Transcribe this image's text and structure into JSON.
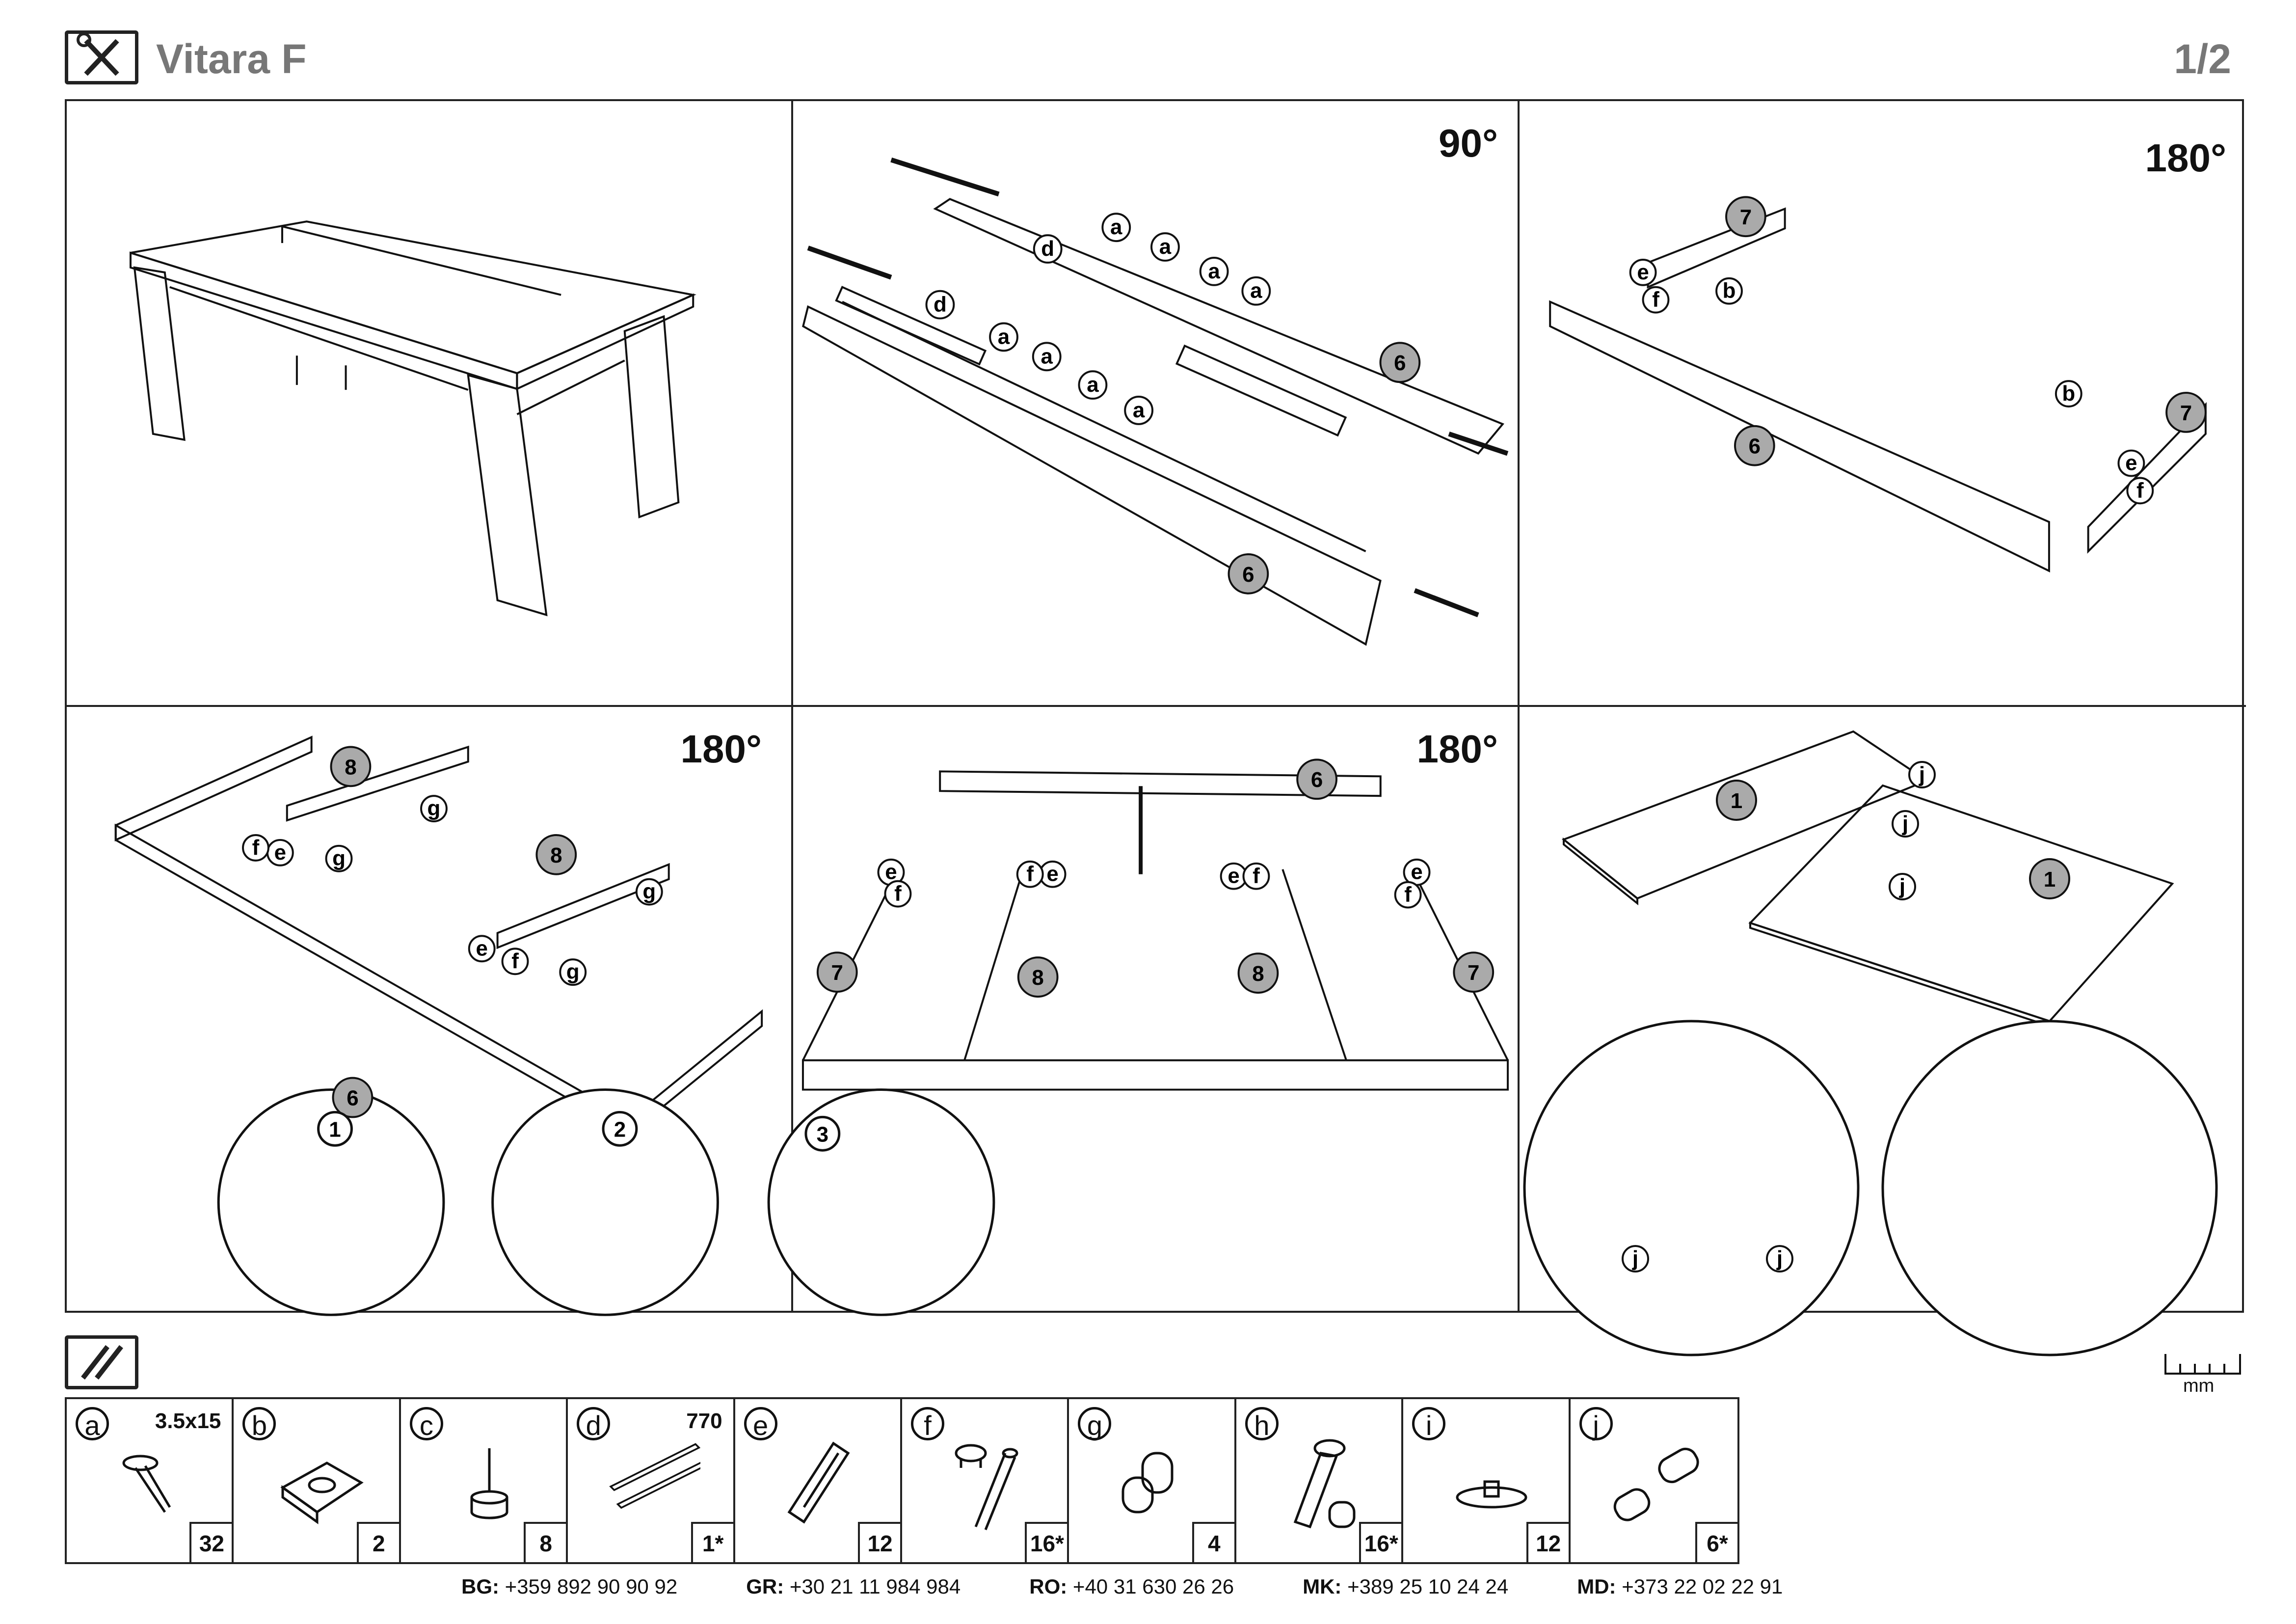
{
  "header": {
    "title": "Vitara F",
    "page": "1/2"
  },
  "steps": [
    {
      "id": "overview",
      "rotation": ""
    },
    {
      "id": "step-1",
      "rotation": "90°",
      "labels": [
        "a",
        "a",
        "a",
        "a",
        "a",
        "a",
        "a",
        "a",
        "d",
        "d",
        "6",
        "6"
      ]
    },
    {
      "id": "step-2",
      "rotation": "180°",
      "labels": [
        "7",
        "7",
        "6",
        "e",
        "f",
        "e",
        "f",
        "b",
        "b"
      ]
    },
    {
      "id": "step-3",
      "rotation": "180°",
      "labels": [
        "8",
        "8",
        "6",
        "g",
        "g",
        "g",
        "g",
        "e",
        "e",
        "f",
        "f"
      ],
      "insets": [
        "1",
        "2",
        "3"
      ]
    },
    {
      "id": "step-4",
      "rotation": "180°",
      "labels": [
        "6",
        "7",
        "7",
        "8",
        "8",
        "e",
        "e",
        "e",
        "e",
        "f",
        "f",
        "f",
        "f"
      ]
    },
    {
      "id": "step-5",
      "rotation": "",
      "labels": [
        "1",
        "1",
        "j",
        "j",
        "j",
        "j",
        "j"
      ]
    }
  ],
  "parts": [
    {
      "letter": "a",
      "dimension": "3.5x15",
      "qty": "32",
      "icon": "screw-icon"
    },
    {
      "letter": "b",
      "dimension": "",
      "qty": "2",
      "icon": "bracket-icon"
    },
    {
      "letter": "c",
      "dimension": "",
      "qty": "8",
      "icon": "glide-nail-icon"
    },
    {
      "letter": "d",
      "dimension": "770",
      "qty": "1*",
      "icon": "drawer-rail-icon"
    },
    {
      "letter": "e",
      "dimension": "",
      "qty": "12",
      "icon": "dowel-icon"
    },
    {
      "letter": "f",
      "dimension": "",
      "qty": "16*",
      "icon": "cam-lock-icon"
    },
    {
      "letter": "g",
      "dimension": "",
      "qty": "4",
      "icon": "shelf-pin-icon"
    },
    {
      "letter": "h",
      "dimension": "",
      "qty": "16*",
      "icon": "bolt-icon"
    },
    {
      "letter": "i",
      "dimension": "",
      "qty": "12",
      "icon": "washer-icon"
    },
    {
      "letter": "j",
      "dimension": "",
      "qty": "6*",
      "icon": "connector-pin-icon"
    }
  ],
  "ruler": {
    "label": "mm"
  },
  "contacts": [
    {
      "country": "BG:",
      "phone": "+359 892 90 90 92"
    },
    {
      "country": "GR:",
      "phone": "+30 21 11 984 984"
    },
    {
      "country": "RO:",
      "phone": "+40 31 630 26 26"
    },
    {
      "country": "MK:",
      "phone": "+389 25 10 24 24"
    },
    {
      "country": "MD:",
      "phone": "+373 22 02 22 91"
    }
  ]
}
